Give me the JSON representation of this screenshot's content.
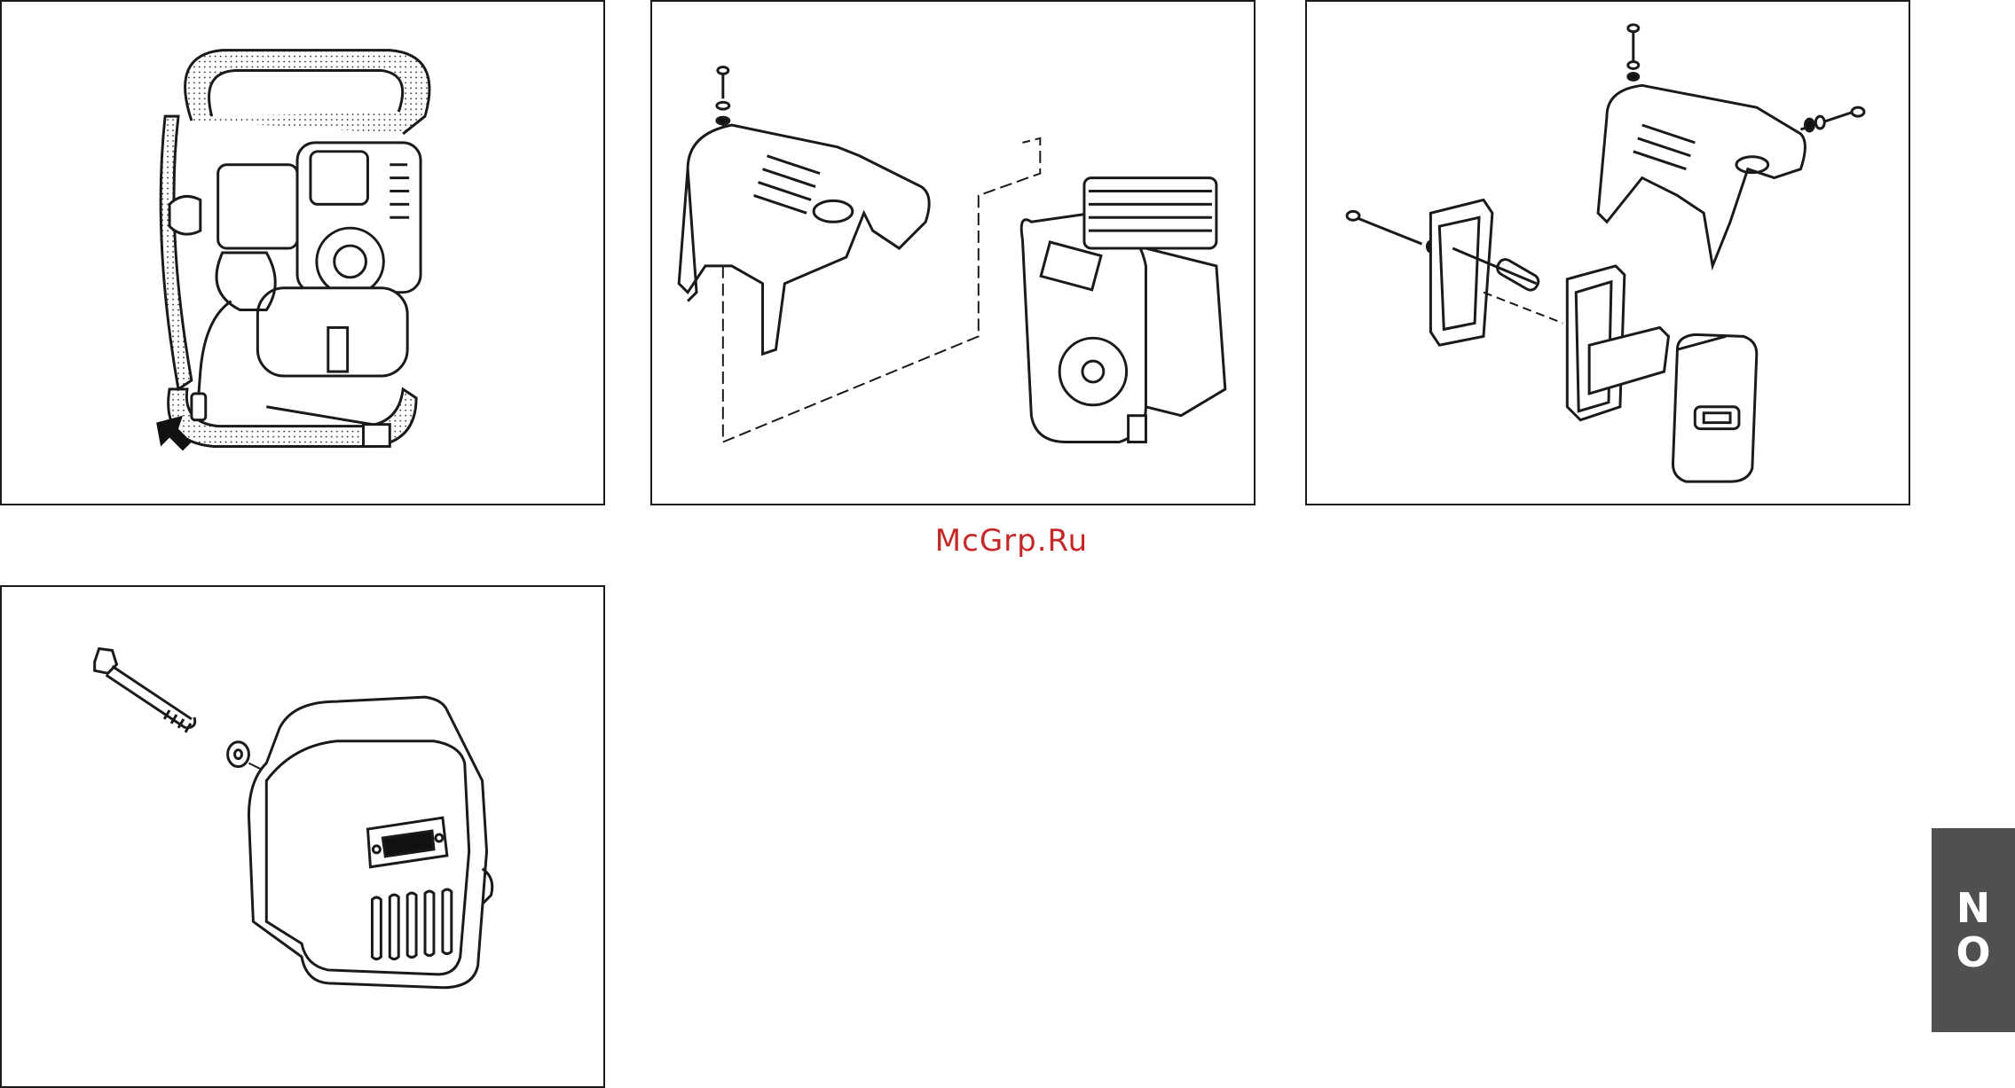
{
  "watermark": "McGrp.Ru",
  "language_tab": {
    "letters": [
      "N",
      "O"
    ]
  },
  "colors": {
    "watermark": "#c62828",
    "tab_background": "#505050",
    "tab_text": "#ffffff",
    "line": "#1a1a1a"
  },
  "figures": [
    {
      "name": "spark-plug-on-backpack-frame",
      "icon": "arrow-icon"
    },
    {
      "name": "engine-cover-exploded-view"
    },
    {
      "name": "muffler-exploded-view"
    },
    {
      "name": "muffler-cover-with-bolt"
    }
  ]
}
